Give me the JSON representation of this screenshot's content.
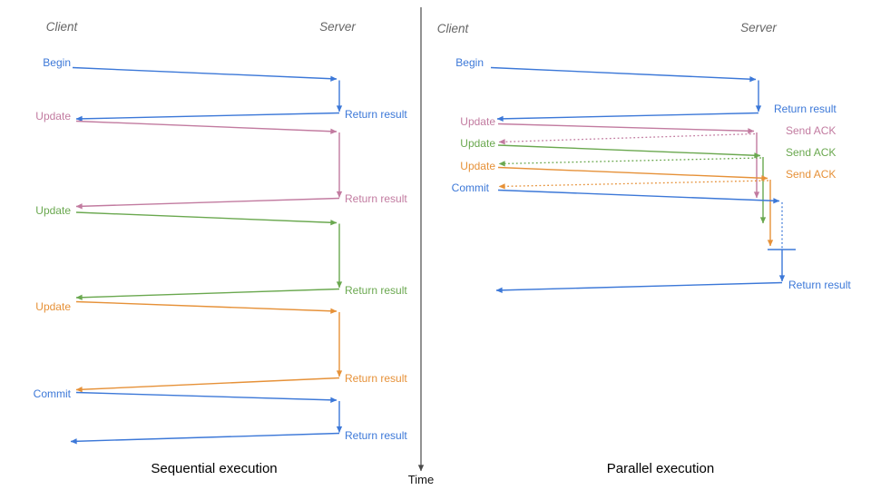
{
  "colors": {
    "blue": "#3c78d8",
    "pink": "#c27ba0",
    "green": "#6aa84f",
    "orange": "#e69138",
    "axis": "#4a4a4a",
    "header_gray": "#666666"
  },
  "time_axis_label": "Time",
  "panels": {
    "left": {
      "title": "Sequential execution",
      "client_header": "Client",
      "server_header": "Server",
      "messages": [
        {
          "label": "Begin",
          "response": "Return result"
        },
        {
          "label": "Update",
          "response": "Return result"
        },
        {
          "label": "Update",
          "response": "Return result"
        },
        {
          "label": "Update",
          "response": "Return result"
        },
        {
          "label": "Commit",
          "response": "Return result"
        }
      ]
    },
    "right": {
      "title": "Parallel execution",
      "client_header": "Client",
      "server_header": "Server",
      "messages": [
        {
          "label": "Begin",
          "response": "Return result"
        },
        {
          "label": "Update",
          "response": "Send ACK"
        },
        {
          "label": "Update",
          "response": "Send ACK"
        },
        {
          "label": "Update",
          "response": "Send ACK"
        },
        {
          "label": "Commit",
          "response": "Return result"
        }
      ]
    }
  }
}
